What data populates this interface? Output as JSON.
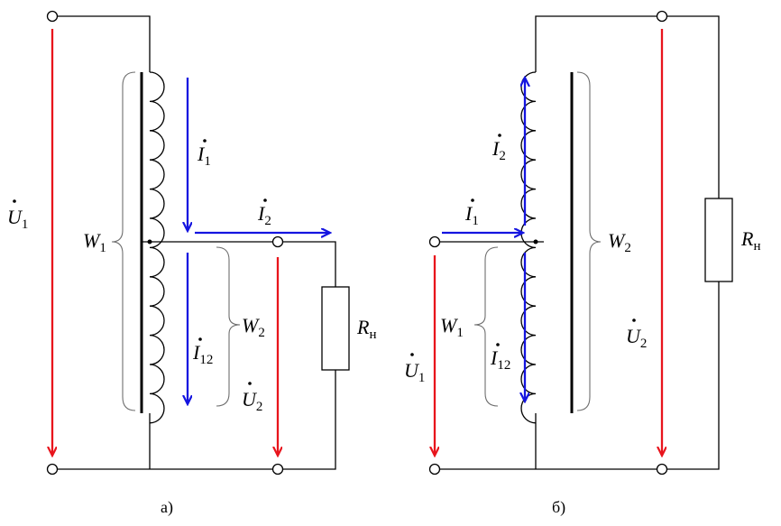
{
  "colors": {
    "voltage_arrow": "#e8141c",
    "current_arrow": "#1414e0",
    "wire": "#000000",
    "brace": "#6e6e6e"
  },
  "fig_a": {
    "caption": "а)",
    "u1": {
      "sym": "U",
      "sub": "1"
    },
    "u2": {
      "sym": "U",
      "sub": "2"
    },
    "i1": {
      "sym": "I",
      "sub": "1"
    },
    "i2": {
      "sym": "I",
      "sub": "2"
    },
    "i12": {
      "sym": "I",
      "sub": "12"
    },
    "w1": {
      "sym": "W",
      "sub": "1"
    },
    "w2": {
      "sym": "W",
      "sub": "2"
    },
    "rn": {
      "sym": "R",
      "sub": "н"
    }
  },
  "fig_b": {
    "caption": "б)",
    "u1": {
      "sym": "U",
      "sub": "1"
    },
    "u2": {
      "sym": "U",
      "sub": "2"
    },
    "i1": {
      "sym": "I",
      "sub": "1"
    },
    "i2": {
      "sym": "I",
      "sub": "2"
    },
    "i12": {
      "sym": "I",
      "sub": "12"
    },
    "w1": {
      "sym": "W",
      "sub": "1"
    },
    "w2": {
      "sym": "W",
      "sub": "2"
    },
    "rn": {
      "sym": "R",
      "sub": "н"
    }
  }
}
